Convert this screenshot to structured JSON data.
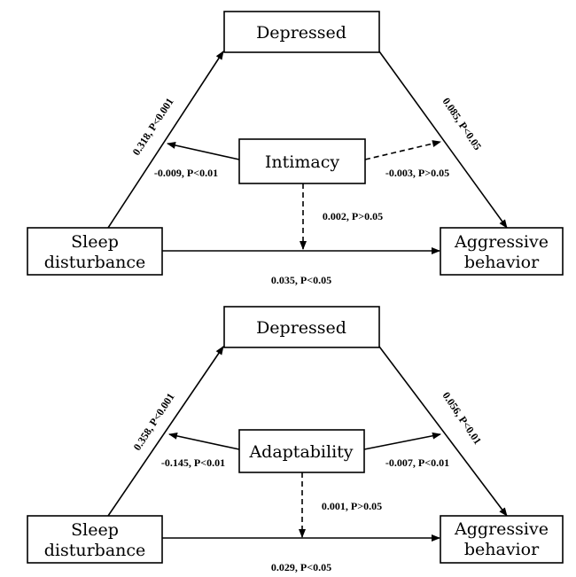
{
  "panels": [
    {
      "nodes": {
        "depressed": "Depressed",
        "moderator": "Intimacy",
        "sleep_line1": "Sleep",
        "sleep_line2": "disturbance",
        "aggr_line1": "Aggressive",
        "aggr_line2": "behavior"
      },
      "paths": {
        "sleep_to_depressed": "0.318, P<0.001",
        "depressed_to_aggressive": "0.085, P<0.05",
        "moderator_to_left": "-0.009, P<0.01",
        "moderator_to_right": "-0.003, P>0.05",
        "moderator_to_direct": "0.002, P>0.05",
        "direct": "0.035, P<0.05"
      },
      "dashed": {
        "moderator_to_left": false,
        "moderator_to_right": true,
        "moderator_to_direct": true
      }
    },
    {
      "nodes": {
        "depressed": "Depressed",
        "moderator": "Adaptability",
        "sleep_line1": "Sleep",
        "sleep_line2": "disturbance",
        "aggr_line1": "Aggressive",
        "aggr_line2": "behavior"
      },
      "paths": {
        "sleep_to_depressed": "0.358, P<0.001",
        "depressed_to_aggressive": "0.056, P<0.01",
        "moderator_to_left": "-0.145, P<0.01",
        "moderator_to_right": "-0.007, P<0.01",
        "moderator_to_direct": "0.001, P>0.05",
        "direct": "0.029, P<0.05"
      },
      "dashed": {
        "moderator_to_left": false,
        "moderator_to_right": false,
        "moderator_to_direct": true
      }
    }
  ]
}
